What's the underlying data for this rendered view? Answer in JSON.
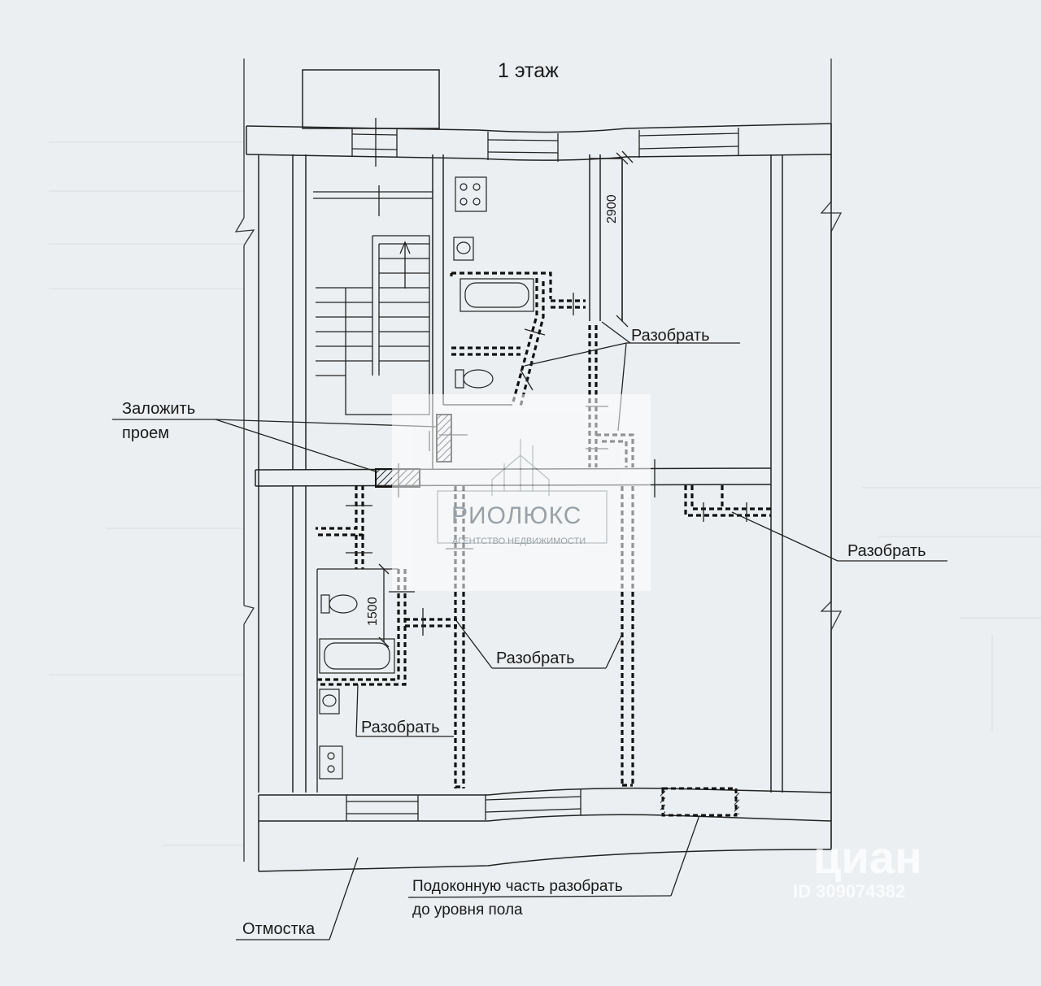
{
  "title": "1 этаж",
  "dims": {
    "d2900": "2900",
    "d1500": "1500"
  },
  "labels": {
    "razobrat_top": "Разобрать",
    "razobrat_right": "Разобрать",
    "razobrat_center": "Разобрать",
    "razobrat_bottom_left": "Разобрать",
    "zalozhit_1": "Заложить",
    "zalozhit_2": "проем",
    "podokonnuyu_1": "Подоконную часть разобрать",
    "podokonnuyu_2": "до уровня пола",
    "otmostka": "Отмостка"
  },
  "watermark": {
    "brand": "РИОЛЮКС",
    "subtitle": "АГЕНТСТВО НЕДВИЖИМОСТИ",
    "cian": "циан",
    "cian_id": "ID 309074382"
  }
}
